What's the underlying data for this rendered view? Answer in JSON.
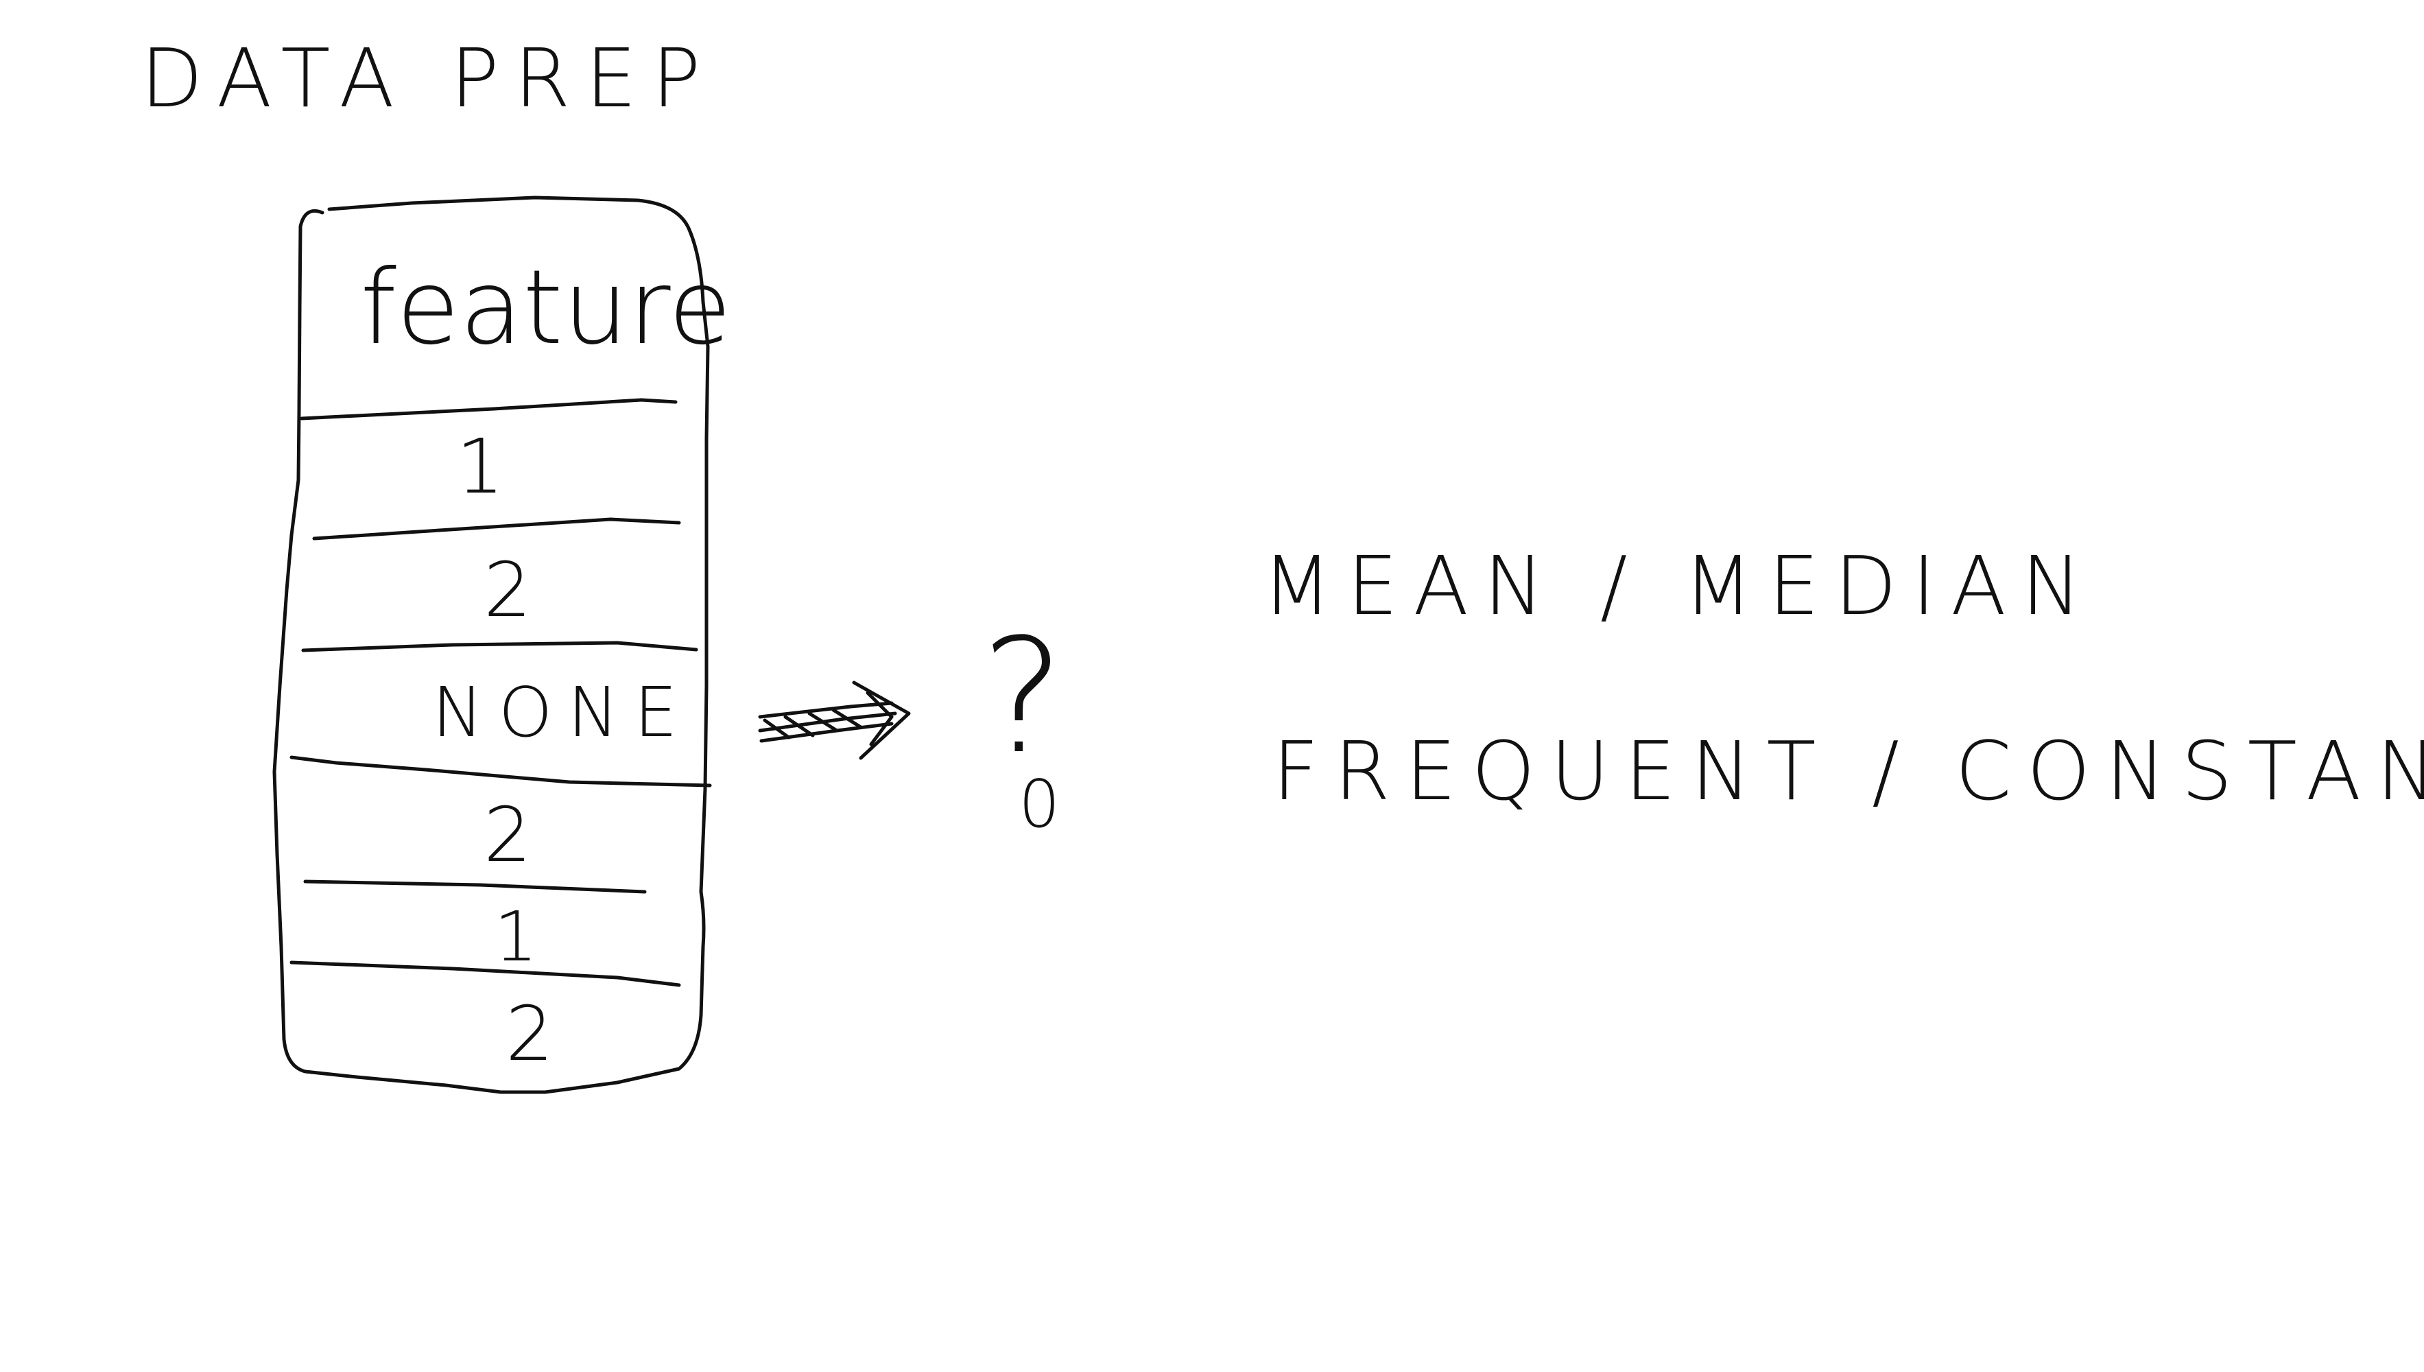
{
  "title": "DATA PREP",
  "table": {
    "header": "feature",
    "rows": [
      "1",
      "2",
      "NONE",
      "2",
      "1",
      "2"
    ]
  },
  "question_mark": "?",
  "zero_label": "0",
  "strategies": {
    "line1": "MEAN / MEDIAN",
    "line2": "FREQUENT / CONSTANT"
  },
  "colors": {
    "ink": "#111111",
    "background": "#ffffff"
  },
  "icons": {
    "arrow": "right-arrow-icon"
  }
}
